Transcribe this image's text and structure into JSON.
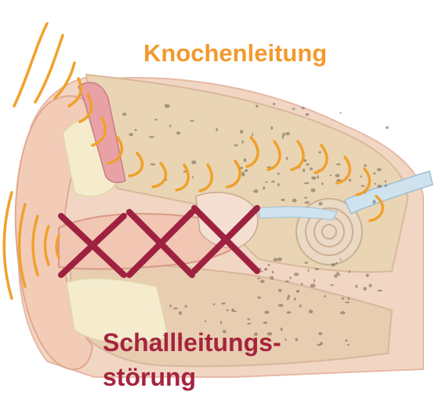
{
  "labels": {
    "bone_conduction": "Knochenleitung",
    "conductive_loss_line1": "Schallleitungs-",
    "conductive_loss_line2": "störung"
  },
  "colors": {
    "bone_conduction": "#f29a2e",
    "conductive_loss": "#a5243e",
    "sound_waves": "#f0a12b",
    "block_marks": "#9e2240",
    "skin": "#f2d6c4",
    "bone": "#e9d5b4",
    "bone_pores": "#6f5f52",
    "cartilage": "#f4eccd",
    "nerve": "#cfe3ef"
  },
  "diagram": {
    "blocked_segments": 3,
    "bone_conduction_arcs": 14,
    "air_sound_wave_arcs": 5
  }
}
